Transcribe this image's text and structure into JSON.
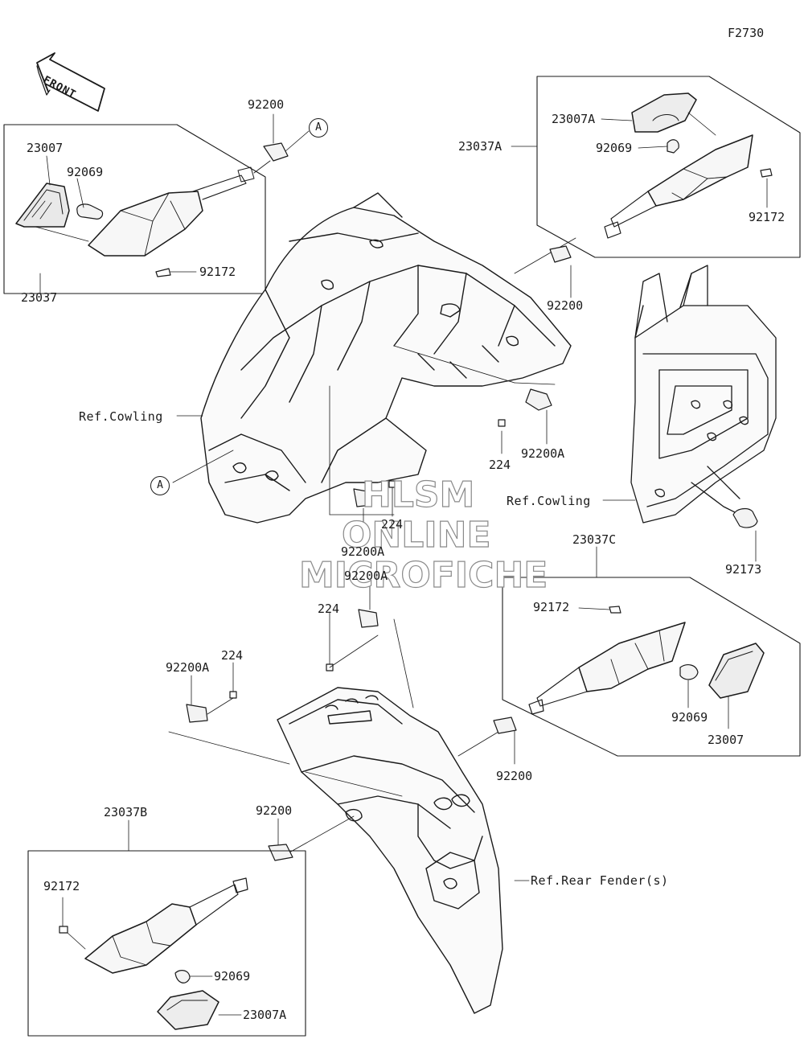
{
  "figure_code": "F2730",
  "front_arrow": "FRONT",
  "callouts": {
    "circle_a_top": "A",
    "circle_a_left": "A"
  },
  "parts": {
    "p23007": "23007",
    "p92069_tl": "92069",
    "p92200_top": "92200",
    "p92172_tl": "92172",
    "p23037": "23037",
    "p23037a": "23037A",
    "p23007a_tr": "23007A",
    "p92069_tr": "92069",
    "p92172_tr": "92172",
    "p92200_mid": "92200",
    "p224_a": "224",
    "p92200a_a": "92200A",
    "p224_b": "224",
    "p92200a_b": "92200A",
    "p92200a_c": "92200A",
    "p224_c": "224",
    "p92200a_d": "92200A",
    "p224_d": "224",
    "p92173": "92173",
    "p23037c": "23037C",
    "p92172_r": "92172",
    "p92069_r": "92069",
    "p23007_r": "23007",
    "p92200_r": "92200",
    "p23037b": "23037B",
    "p92200_b": "92200",
    "p92172_bl": "92172",
    "p92069_bl": "92069",
    "p23007a_bl": "23007A"
  },
  "refs": {
    "cowling_left": "Ref.Cowling",
    "cowling_right": "Ref.Cowling",
    "rear_fender": "Ref.Rear Fender(s)"
  },
  "watermark": {
    "line1": "HLSM",
    "line2": "ONLINE",
    "line3": "MICROFICHE"
  }
}
